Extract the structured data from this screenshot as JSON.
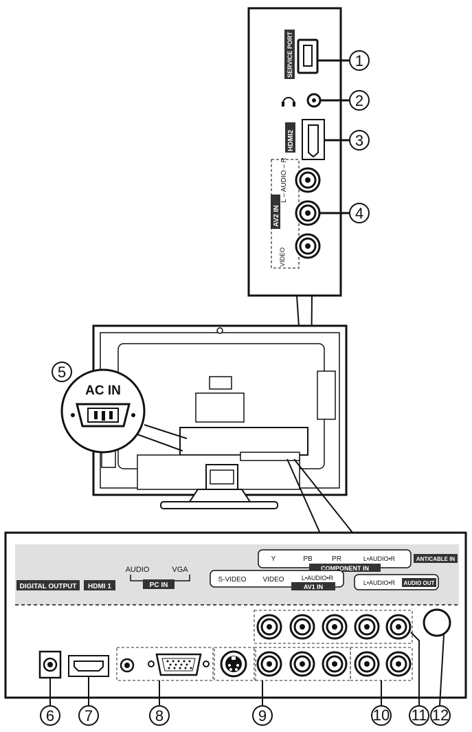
{
  "callouts": [
    "1",
    "2",
    "3",
    "4",
    "5",
    "6",
    "7",
    "8",
    "9",
    "10",
    "11",
    "12"
  ],
  "side_panel": {
    "service_port": "SERVICE PORT",
    "hdmi2": "HDMI2",
    "audio_lr": "L – AUDIO – R",
    "av2_in": "AV2  IN",
    "video": "VIDEO"
  },
  "ac_in": {
    "label": "AC IN"
  },
  "bottom_panel": {
    "digital_output": "DIGITAL OUTPUT",
    "hdmi1": "HDMI 1",
    "pc_audio": "AUDIO",
    "pc_vga": "VGA",
    "pc_in": "PC IN",
    "comp_y": "Y",
    "comp_pb": "PB",
    "comp_pr": "PR",
    "comp_audio": "L•AUDIO•R",
    "component_in": "COMPONENT IN",
    "ant_cable_in": "ANT/CABLE IN",
    "s_video": "S-VIDEO",
    "av1_video": "VIDEO",
    "av1_audio": "L•AUDIO•R",
    "av1_in": "AV1 IN",
    "out_audio": "L•AUDIO•R",
    "audio_out": "AUDIO OUT"
  }
}
